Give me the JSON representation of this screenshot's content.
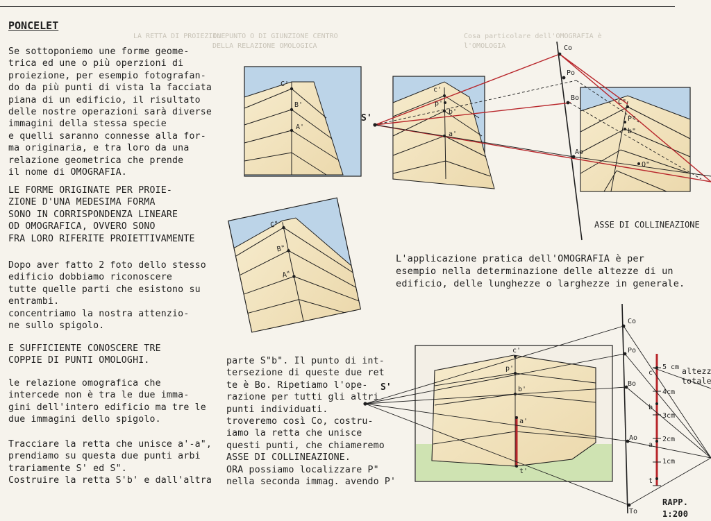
{
  "title": "PONCELET",
  "left_column": {
    "para1": "Se sottoponiemo une forme geome-\ntrica ed une o più operzioni di\nproiezione, per esempio fotografan-\ndo da più punti di vista la facciata\npiana di un edificio, il risultato\ndelle nostre operazioni sarà diverse\nimmagini della stessa specie\ne quelli saranno connesse alla for-\nma originaria, e tra loro da una\nrelazione geometrica che prende\nil nome di OMOGRAFIA.",
    "para2": "LE FORME ORIGINATE PER PROIE-\nZIONE D'UNA MEDESIMA FORMA\nSONO IN CORRISPONDENZA LINEARE\nOD OMOGRAFICA, OVVERO SONO\nFRA LORO RIFERITE PROIETTIVAMENTE",
    "para3": "Dopo aver fatto 2 foto dello stesso\nedificio dobbiamo riconoscere\ntutte quelle parti che esistono su\nentrambi.\nconcentriamo la nostra attenzio-\nne sullo spigolo.",
    "para4": "E SUFFICIENTE CONOSCERE TRE\nCOPPIE DI PUNTI OMOLOGHI.",
    "para5": "le relazione omografica che\nintercede non è tra le due imma-\ngini dell'intero edificio ma tre le\ndue immagini dello spigolo.",
    "para6": "Tracciare la retta che unisce a'-a\",\nprendiamo su questa due punti arbi\ntrariamente S' ed S\".\nCostruire la retta S'b' e dall'altra"
  },
  "middle_text": "parte S\"b\". Il punto di int-\ntersezione di queste due ret\nte è Bo. Ripetiamo l'ope-\nrazione per tutti gli altri\npunti individuati.\ntroveremo così Co, costru-\niamo la retta che unisce\nquesti punti, che chiameremo\nASSE DI COLLINEAZIONE.\nORA possiamo localizzare P\"\nnella seconda immag. avendo P'",
  "right_text": "L'applicazione pratica dell'OMOGRAFIA è per\nesempio nella determinazione delle altezze di un\nedificio, delle lunghezze o larghezze in generale.",
  "asse_label": "ASSE DI COLLINEAZIONE",
  "scale_label": "RAPP. 1:200",
  "altezza_label": "altezza\ntotale",
  "fig1_labels": {
    "c": "C'",
    "b": "B'",
    "a": "A'"
  },
  "fig2_labels": {
    "c": "C\"",
    "b": "B\"",
    "a": "A\""
  },
  "fig3_labels": {
    "s": "S'",
    "co": "Co",
    "po": "Po",
    "bo": "Bo",
    "ao": "Ao",
    "c1": "c'",
    "p1": "p'",
    "b1": "b'",
    "a1": "a'",
    "c2": "C\"",
    "p2": "P\"",
    "b2": "b\"",
    "q2": "Q\""
  },
  "fig4_labels": {
    "s": "S'",
    "co": "Co",
    "po": "Po",
    "bo": "Bo",
    "ao": "Ao",
    "to": "To",
    "c1": "c'",
    "p1": "p'",
    "b1": "b'",
    "a1": "a'",
    "t1": "t'",
    "c": "c",
    "b": "b",
    "a": "a",
    "t": "t",
    "cm5": "5 cm",
    "cm4": "4cm",
    "cm3": "3cm",
    "cm2": "2cm",
    "cm1": "1cm"
  },
  "ghost_text": {
    "g1": "LA RETTA DI PROIEZIONE",
    "g2": "IL PUNTO O DI GIUNZIONE CENTRO\nDELLA RELAZIONE OMOLOGICA",
    "g3": "Cosa particolare dell'OMOGRAFIA è\nl'OMOLOGIA"
  },
  "colors": {
    "sky": "#bcd4e8",
    "wall": "#f2e4c0",
    "red": "#b8262b",
    "ink": "#1e1e1e",
    "grass": "#cfe3b2"
  }
}
